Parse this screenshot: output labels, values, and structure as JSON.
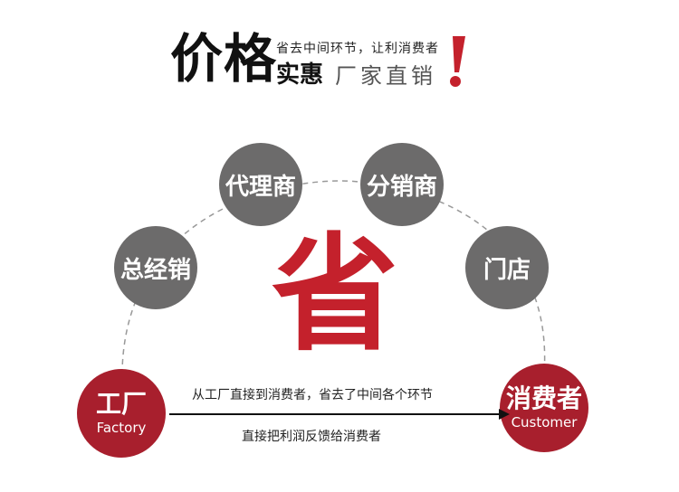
{
  "header": {
    "title": "价格",
    "subtitle_small": "省去中间环节，让利消费者",
    "subtitle_bold": "实惠",
    "subtitle_light": "厂家直销"
  },
  "nodes": {
    "zongjingxiao": "总经销",
    "dailishang": "代理商",
    "fenxiaoshang": "分销商",
    "mendian": "门店"
  },
  "factory": {
    "cn": "工厂",
    "en": "Factory"
  },
  "customer": {
    "cn": "消费者",
    "en": "Customer"
  },
  "center_char": "省",
  "captions": {
    "top": "从工厂直接到消费者，省去了中间各个环节",
    "bottom": "直接把利润反馈给消费者"
  },
  "colors": {
    "red": "#a81f2d",
    "gray": "#6c6b6b",
    "accent": "#c4212c"
  }
}
